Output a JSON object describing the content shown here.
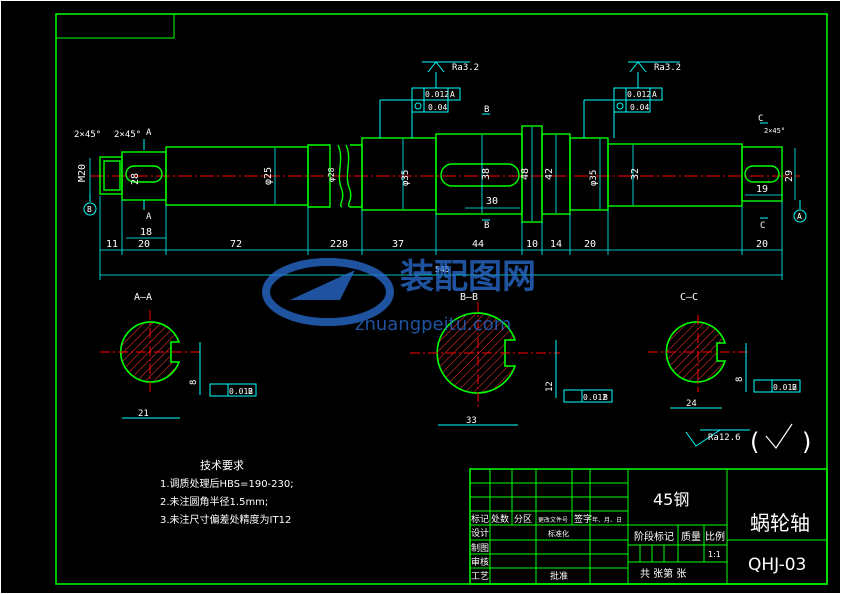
{
  "drawing": {
    "title": "蜗轮轴",
    "code": "QHJ-03",
    "material": "45钢",
    "scale": "1:1",
    "sheet_text": "共  张第  张"
  },
  "roughness": {
    "top_left": "Ra3.2",
    "top_right": "Ra3.2",
    "general": "Ra12.6",
    "general_paren_open": "(",
    "general_paren_close": ")"
  },
  "tolerances": {
    "left_runout": "0.012",
    "left_runout_datum": "A",
    "left_circularity": "0.04",
    "right_runout": "0.012",
    "right_runout_datum": "A",
    "right_circularity": "0.04",
    "sec_a_sym": "0.012",
    "sec_a_datum": "B",
    "sec_b_sym": "0.012",
    "sec_b_datum": "B",
    "sec_c_sym": "0.012",
    "sec_c_datum": "B"
  },
  "dimensions": {
    "chamfer_left1": "2×45°",
    "chamfer_left2": "2×45°",
    "chamfer_right": "2×45°",
    "m20": "M20",
    "d25": "φ25",
    "d28": "φ28",
    "d35a": "φ35",
    "d35b": "φ35",
    "d38": "38",
    "d48": "48",
    "d42": "42",
    "d32": "32",
    "d29": "29",
    "d28c": "28",
    "len_11": "11",
    "len_20a": "20",
    "len_18": "18",
    "len_72": "72",
    "len_228": "228",
    "len_37": "37",
    "len_44": "44",
    "len_30": "30",
    "len_10": "10",
    "len_14": "14",
    "len_20b": "20",
    "len_19": "19",
    "len_20c": "20",
    "total": "545",
    "sec_a_w": "21",
    "sec_a_k": "8",
    "sec_b_w": "33",
    "sec_b_k": "12",
    "sec_c_w": "24",
    "sec_c_k": "8"
  },
  "labels": {
    "sec_a": "A—A",
    "sec_b": "B—B",
    "sec_c": "C—C",
    "mark_a_top": "A",
    "mark_a_bot": "A",
    "mark_b_top": "B",
    "mark_b_bot": "B",
    "mark_c_top": "C",
    "mark_c_bot": "C",
    "datum_left": "B",
    "datum_right": "A"
  },
  "notes": {
    "heading": "技术要求",
    "items": [
      "1.调质处理后HBS=190-230;",
      "2.未注圆角半径1.5mm;",
      "3.未注尺寸偏差处精度为IT12"
    ]
  },
  "title_block": {
    "row_labels": [
      "标记",
      "处数",
      "分区",
      "更改文件号",
      "签字",
      "年、月、日"
    ],
    "design": "设计",
    "standard": "标准化",
    "drafting": "制图",
    "review": "审核",
    "process": "工艺",
    "approve": "批准",
    "stage_mark": "阶段标记",
    "weight": "质量",
    "ratio": "比例"
  },
  "watermark": {
    "cn": "装配图网",
    "url": "zhuangpeitu.com"
  }
}
